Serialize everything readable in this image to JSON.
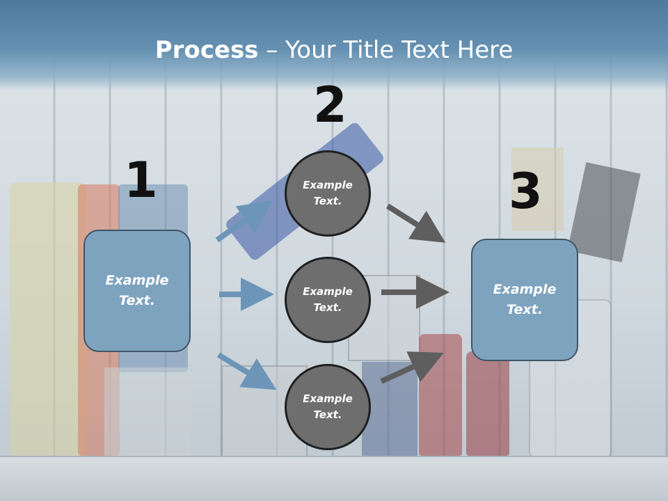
{
  "title": {
    "bold": "Process",
    "rest": " – Your Title Text Here"
  },
  "steps": {
    "n1": "1",
    "n2": "2",
    "n3": "3"
  },
  "left_box": {
    "line1": "Example",
    "line2": "Text."
  },
  "right_box": {
    "line1": "Example",
    "line2": "Text."
  },
  "circles": [
    {
      "line1": "Example",
      "line2": "Text."
    },
    {
      "line1": "Example",
      "line2": "Text."
    },
    {
      "line1": "Example",
      "line2": "Text."
    }
  ],
  "colors": {
    "box_fill": "#7ea3bf",
    "circle_fill": "#6e6e6e",
    "blue_arrow": "#6d95b8",
    "gray_arrow": "#5e5e5e",
    "header": "#5a84a6"
  }
}
